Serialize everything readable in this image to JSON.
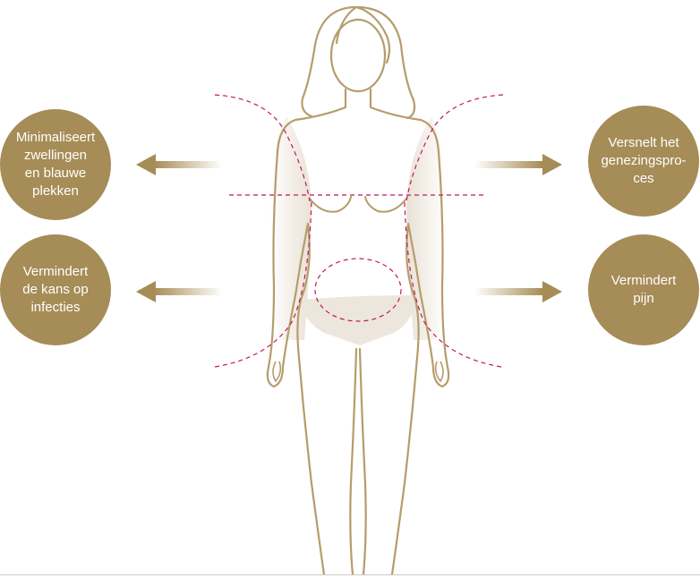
{
  "benefits": {
    "left_top": "Minimaliseert\nzwellingen\nen blauwe\nplekken",
    "left_bottom": "Vermindert\nde kans op\ninfecties",
    "right_top": "Versnelt het\ngenezingspro-\nces",
    "right_bottom": "Vermindert\npijn"
  },
  "colors": {
    "badge": "#a68c57",
    "outline": "#b59d6b",
    "dashed_zone": "#c2185b",
    "shading": "#e6ded0"
  },
  "icons": {
    "arrows": "arrow-left / arrow-right"
  }
}
